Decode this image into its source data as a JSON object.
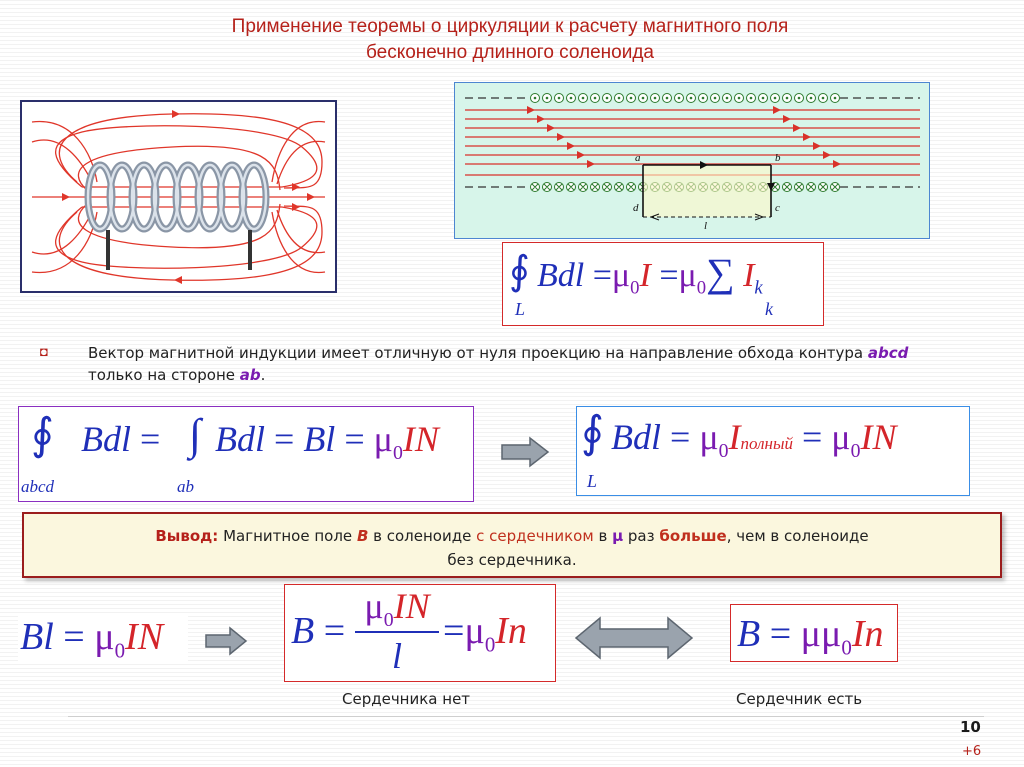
{
  "title": {
    "line1": "Применение теоремы о циркуляции к расчету магнитного поля",
    "line2": "бесконечно длинного соленоида"
  },
  "figure_labels": {
    "a": "a",
    "b": "b",
    "c": "c",
    "d": "d",
    "l": "l"
  },
  "formula_top": {
    "integral_symbol": "∮",
    "lower_limit": "L",
    "lhs": "Bdl",
    "eq": "=",
    "mu": "μ",
    "zero": "0",
    "I": "I",
    "sum": "∑",
    "sum_index": "k",
    "Ik_sub": "k"
  },
  "bullet": {
    "marker": "◘",
    "text_before": "Вектор магнитной индукции имеет отличную от нуля проекцию на направление обхода контура ",
    "abcd": "abcd",
    "text_middle": " только на стороне ",
    "ab": "ab",
    "text_after": "."
  },
  "formula_left": {
    "lower1": "abcd",
    "lower2": "ab",
    "lhs": "Bdl",
    "mid": "Bdl",
    "Bl": "Bl",
    "IN": "IN"
  },
  "formula_right": {
    "lower": "L",
    "lhs": "Bdl",
    "sub_full": "полный",
    "IN": "IN"
  },
  "conclusion": {
    "label": "Вывод:",
    "t1": " Магнитное поле ",
    "B": "B",
    "t2": " в соленоиде ",
    "core": "с сердечником",
    "t3": " в ",
    "mu": "μ",
    "t4": " раз ",
    "more": "больше",
    "t5": ", чем в соленоиде",
    "line2": "без сердечника."
  },
  "formula_bottom_left": {
    "Bl": "Bl",
    "IN": "IN"
  },
  "formula_bottom_mid": {
    "B": "B",
    "num": "IN",
    "den": "l",
    "In": "In"
  },
  "formula_bottom_right": {
    "B": "B",
    "mumu": "μμ",
    "In": "In"
  },
  "captions": {
    "no_core": "Сердечника нет",
    "with_core": "Сердечник есть"
  },
  "footer": {
    "page": "10",
    "plus": "+6"
  },
  "colors": {
    "title": "#b5211a",
    "formula_blue": "#1f2fb8",
    "mu_purple": "#7a1bb0",
    "frame_red": "#d42a2a",
    "frame_purple": "#8a2fc0",
    "frame_blue": "#3a8ee6",
    "panel_bg": "#d7f5ea"
  }
}
